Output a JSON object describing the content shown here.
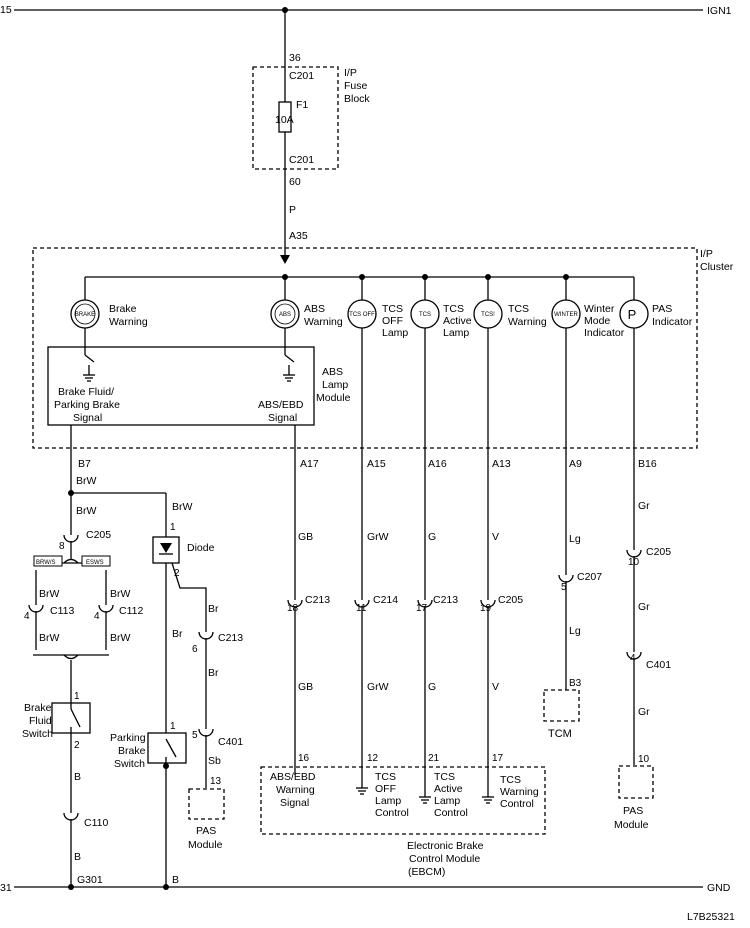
{
  "rails": {
    "top_num": "15",
    "top_name": "IGN1",
    "bottom_num": "31",
    "bottom_name": "GND"
  },
  "fuse_block": {
    "pin_in": "36",
    "conn_in": "C201",
    "fuse": "F1",
    "rating": "10A",
    "conn_out": "C201",
    "pin_out": "60",
    "label": [
      "I/P",
      "Fuse",
      "Block"
    ]
  },
  "feed": {
    "wire_color": "P",
    "cluster_pin": "A35"
  },
  "cluster": {
    "label": [
      "I/P",
      "Cluster"
    ],
    "lamps": [
      {
        "id": "brake",
        "label": [
          "Brake",
          "Warning"
        ],
        "icon": "BRAKE"
      },
      {
        "id": "abs",
        "label": [
          "ABS",
          "Warning"
        ],
        "icon": "ABS"
      },
      {
        "id": "tcs-off",
        "label": [
          "TCS",
          "OFF",
          "Lamp"
        ],
        "icon": "TCS OFF"
      },
      {
        "id": "tcs-active",
        "label": [
          "TCS",
          "Active",
          "Lamp"
        ],
        "icon": "TCS"
      },
      {
        "id": "tcs-warning",
        "label": [
          "TCS",
          "Warning"
        ],
        "icon": "TCS!"
      },
      {
        "id": "winter",
        "label": [
          "Winter",
          "Mode",
          "Indicator"
        ],
        "icon": "WINTER"
      },
      {
        "id": "pas",
        "label": [
          "PAS",
          "Indicator"
        ],
        "icon": "P"
      }
    ],
    "abs_module_label": [
      "ABS",
      "Lamp",
      "Module"
    ],
    "brake_signal_label": [
      "Brake Fluid/",
      "Parking Brake",
      "Signal"
    ],
    "abs_signal_label": [
      "ABS/EBD",
      "Signal"
    ]
  },
  "circuits": {
    "brake": {
      "pin": "B7",
      "color_a": "BrW",
      "color_b": "BrW",
      "color_branch": "BrW",
      "connector_pin": "8",
      "connector": "C205"
    },
    "abs": {
      "pin": "A17",
      "color": "GB",
      "connector_pin": "18",
      "connector": "C213",
      "color_below": "GB",
      "ebcm_pin": "16"
    },
    "tcs_off": {
      "pin": "A15",
      "color": "GrW",
      "connector_pin": "11",
      "connector": "C214",
      "color_below": "GrW",
      "ebcm_pin": "12"
    },
    "tcs_active": {
      "pin": "A16",
      "color": "G",
      "connector_pin": "17",
      "connector": "C213",
      "color_below": "G",
      "ebcm_pin": "21"
    },
    "tcs_warning": {
      "pin": "A13",
      "color": "V",
      "connector_pin": "19",
      "connector": "C205",
      "color_below": "V",
      "ebcm_pin": "17"
    },
    "winter": {
      "pin": "A9",
      "color": "Lg",
      "connector_pin": "5",
      "connector": "C207",
      "color_below": "Lg",
      "tcm_pin": "B3"
    },
    "pas": {
      "pin": "B16",
      "color": "Gr",
      "connector_pin": "10",
      "connector": "C205",
      "color_mid": "Gr",
      "c401_pin": "4",
      "c401": "C401",
      "color_below": "Gr",
      "module_pin": "10"
    }
  },
  "option_tags": [
    "BRW/S",
    "ESWS"
  ],
  "c113": {
    "color_top": "BrW",
    "pin": "4",
    "name": "C113",
    "color_bottom": "BrW"
  },
  "c112": {
    "color_top": "BrW",
    "pin": "4",
    "name": "C112",
    "color_bottom": "BrW"
  },
  "fluid_switch": {
    "label": [
      "Brake",
      "Fluid",
      "Switch"
    ],
    "pin_top": "1",
    "pin_bottom": "2",
    "color": "B",
    "connector": "C110",
    "color_below": "B",
    "ground": "G301"
  },
  "diode": {
    "label": "Diode",
    "pin_top": "1",
    "pin_bottom": "2",
    "color_out": "Br",
    "color_down": "Br"
  },
  "c213_branch": {
    "pin": "6",
    "name": "C213",
    "color_below": "Br"
  },
  "c401_branch": {
    "pin": "5",
    "name": "C401",
    "color_below": "Sb",
    "module_pin": "13"
  },
  "pas_module_left": [
    "PAS",
    "Module"
  ],
  "parking_switch": {
    "label": [
      "Parking",
      "Brake",
      "Switch"
    ],
    "pin_top": "1",
    "color_below": "B"
  },
  "ebcm": {
    "label": [
      "Electronic Brake",
      "Control Module",
      "(EBCM)"
    ],
    "abs_signal": [
      "ABS/EBD",
      "Warning",
      "Signal"
    ],
    "tcs_off": [
      "TCS",
      "OFF",
      "Lamp",
      "Control"
    ],
    "tcs_active": [
      "TCS",
      "Active",
      "Lamp",
      "Control"
    ],
    "tcs_warning": [
      "TCS",
      "Warning",
      "Control"
    ]
  },
  "tcm": "TCM",
  "pas_module_right": [
    "PAS",
    "Module"
  ],
  "diagram_id": "L7B25321"
}
